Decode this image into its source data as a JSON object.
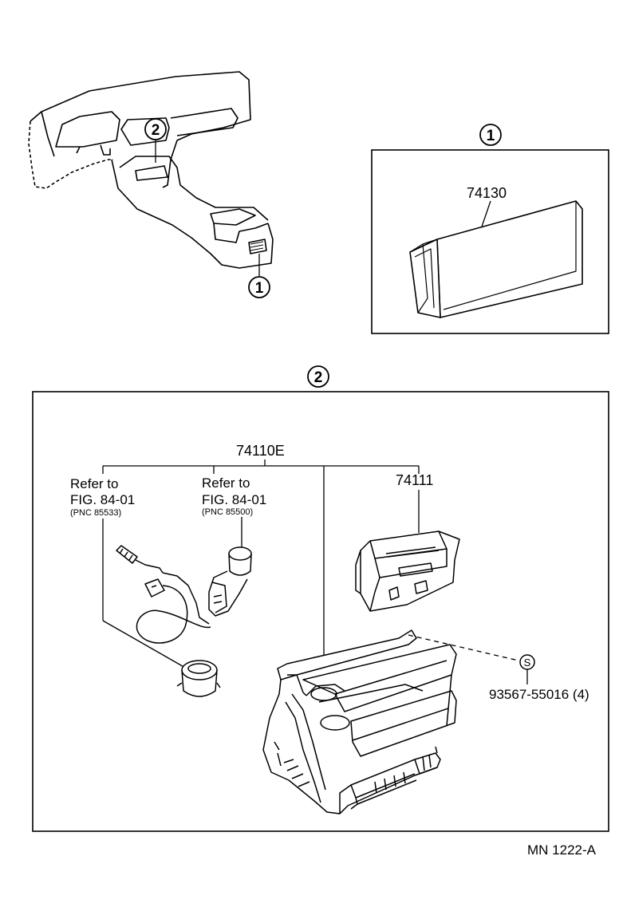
{
  "callouts": {
    "one": "1",
    "two": "2",
    "s_mark": "S"
  },
  "panel1": {
    "part_number": "74130"
  },
  "panel2": {
    "assembly_number": "74110E",
    "ref_left": {
      "line1": "Refer to",
      "line2": "FIG. 84-01",
      "line3": "(PNC 85533)"
    },
    "ref_right": {
      "line1": "Refer to",
      "line2": "FIG. 84-01",
      "line3": "(PNC 85500)"
    },
    "part_74111": "74111",
    "screw_part": "93567-55016 (4)"
  },
  "footer": {
    "code": "MN  1222-A"
  }
}
